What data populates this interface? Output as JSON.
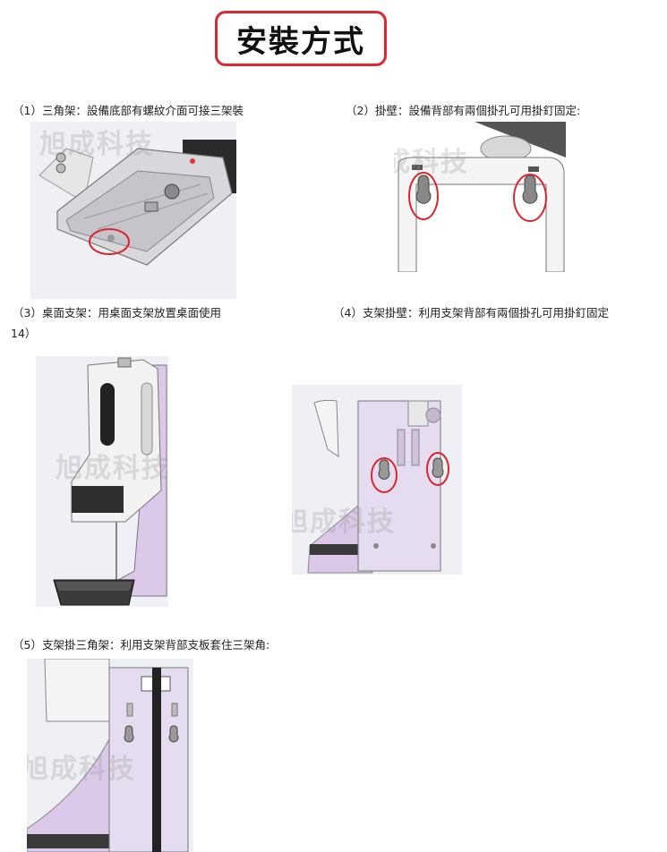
{
  "header": {
    "title": "安裝方式"
  },
  "steps": [
    {
      "caption": "（1）三角架：設備底部有螺紋介面可接三架裝"
    },
    {
      "caption": "（2）掛壁：設備背部有兩個掛孔可用掛釘固定:"
    },
    {
      "caption": "（3）桌面支架：用桌面支架放置桌面使用"
    },
    {
      "caption": "（4）支架掛壁：利用支架背部有兩個掛孔可用掛釘固定"
    },
    {
      "caption": "（5）支架掛三角架：利用支架背部支板套住三架角:"
    }
  ],
  "overflow_note": "14）",
  "watermark": "旭成科技",
  "colors": {
    "highlight": "#d9262e",
    "device_white": "#f2f2f2",
    "stand_lilac": "#dcc8e8",
    "tray_dark": "#3a3a3a"
  }
}
